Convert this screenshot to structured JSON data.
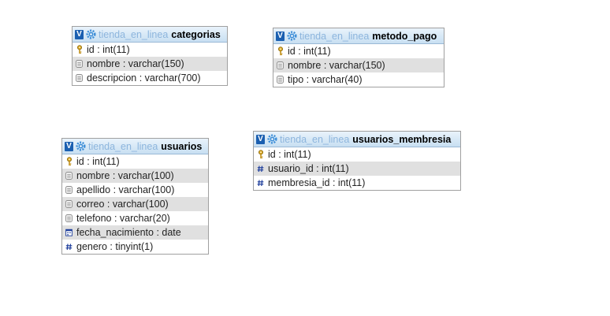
{
  "tables": {
    "categorias": {
      "database": "tienda_en_linea",
      "name": "categorias",
      "columns": [
        {
          "text": "id : int(11)",
          "icon": "primary-key-icon"
        },
        {
          "text": "nombre : varchar(150)",
          "icon": "string-field-icon"
        },
        {
          "text": "descripcion : varchar(700)",
          "icon": "string-field-icon"
        }
      ]
    },
    "metodo_pago": {
      "database": "tienda_en_linea",
      "name": "metodo_pago",
      "columns": [
        {
          "text": "id : int(11)",
          "icon": "primary-key-icon"
        },
        {
          "text": "nombre : varchar(150)",
          "icon": "string-field-icon"
        },
        {
          "text": "tipo : varchar(40)",
          "icon": "string-field-icon"
        }
      ]
    },
    "usuarios": {
      "database": "tienda_en_linea",
      "name": "usuarios",
      "columns": [
        {
          "text": "id : int(11)",
          "icon": "primary-key-icon"
        },
        {
          "text": "nombre : varchar(100)",
          "icon": "string-field-icon"
        },
        {
          "text": "apellido : varchar(100)",
          "icon": "string-field-icon"
        },
        {
          "text": "correo : varchar(100)",
          "icon": "string-field-icon"
        },
        {
          "text": "telefono : varchar(20)",
          "icon": "string-field-icon"
        },
        {
          "text": "fecha_nacimiento : date",
          "icon": "date-field-icon"
        },
        {
          "text": "genero : tinyint(1)",
          "icon": "numeric-field-icon"
        }
      ]
    },
    "usuarios_membresia": {
      "database": "tienda_en_linea",
      "name": "usuarios_membresia",
      "columns": [
        {
          "text": "id : int(11)",
          "icon": "primary-key-icon"
        },
        {
          "text": "usuario_id : int(11)",
          "icon": "numeric-field-icon"
        },
        {
          "text": "membresia_id : int(11)",
          "icon": "numeric-field-icon"
        }
      ]
    }
  },
  "toggle_label": "V",
  "colors": {
    "header_gradient_top": "#e9f3fb",
    "header_gradient_bottom": "#c8dff2",
    "database_text": "#8db5dd",
    "alt_row": "#e0e0e0",
    "toggle_bg": "#1b5fb0"
  }
}
